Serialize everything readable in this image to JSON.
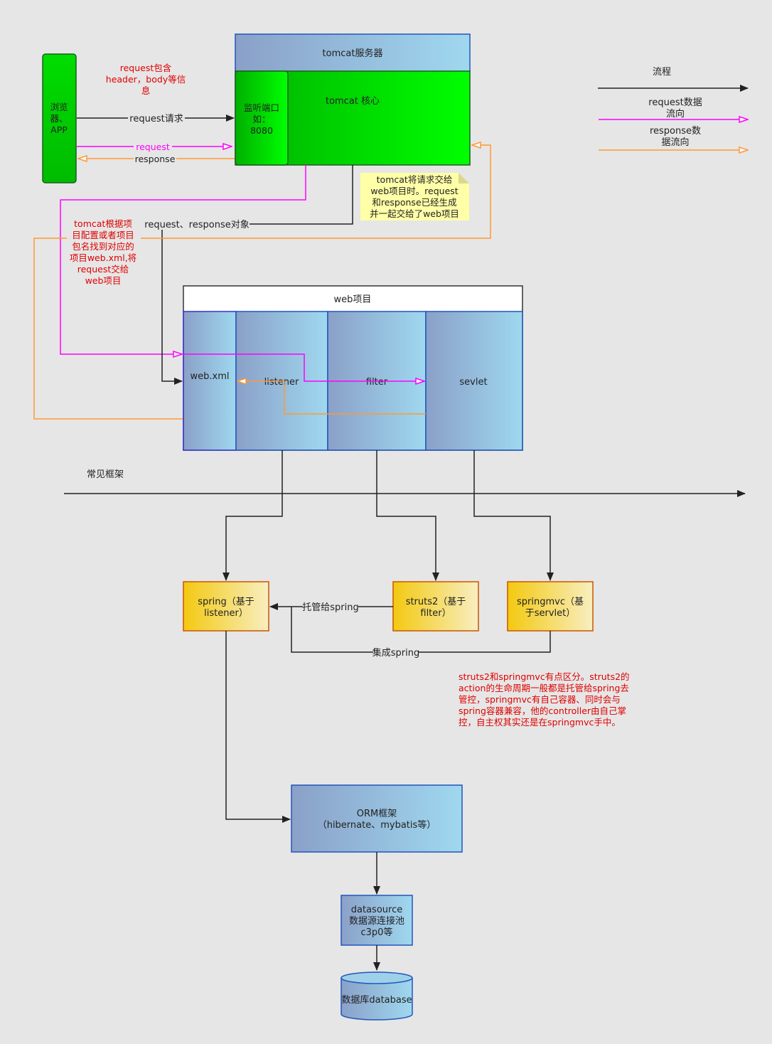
{
  "legend": {
    "flow": "流程",
    "request_flow": [
      "request数据",
      "流向"
    ],
    "response_flow": [
      "response数",
      "据流向"
    ]
  },
  "browser": {
    "label": [
      "浏览",
      "器、",
      "APP"
    ]
  },
  "tomcat": {
    "title": "tomcat服务器",
    "port": [
      "监听端口",
      "如：",
      "8080"
    ],
    "core": "tomcat 核心"
  },
  "notes": {
    "request_contains": [
      "request包含",
      "header，body等信",
      "息"
    ],
    "tomcat_lookup": [
      "tomcat根据项",
      "目配置或者项目",
      "包名找到对应的",
      "项目web.xml,将",
      "request交给",
      "web项目"
    ],
    "handoff": [
      "tomcat将请求交给",
      "web项目时。request",
      "和response已经生成",
      "并一起交给了web项目"
    ],
    "struts_vs_mvc": [
      "struts2和springmvc有点区分。struts2的",
      "action的生命周期一般都是托管给spring去",
      "管控，springmvc有自己容器、同时会与",
      "spring容器兼容，他的controller由自己掌",
      "控，自主权其实还是在springmvc手中。"
    ]
  },
  "edges": {
    "request_req": "request请求",
    "request": "request",
    "response": "response",
    "req_resp_obj": "request、response对象",
    "hosted_to_spring": "托管给spring",
    "integrate_spring": "集成spring"
  },
  "webproject": {
    "title": "web项目",
    "webxml": "web.xml",
    "listener": "listener",
    "filter": "filter",
    "servlet": "sevlet"
  },
  "frameworks": {
    "axis_label": "常见框架",
    "spring": [
      "spring（基于",
      "listener）"
    ],
    "struts2": [
      "struts2（基于",
      "filter）"
    ],
    "springmvc": [
      "springmvc（基",
      "于servlet）"
    ]
  },
  "orm": [
    "ORM框架",
    "（hibernate、mybatis等）"
  ],
  "datasource": [
    "datasource",
    "数据源连接池",
    "c3p0等"
  ],
  "database": "数据库database",
  "colors": {
    "green": "#00cc00",
    "magenta": "#ff00ff",
    "orange": "#ff9933",
    "blue_box": "#8fb4d8",
    "red_text": "#e00000",
    "yellow_box": "#f5d020",
    "note_yellow": "#ffffa8"
  }
}
